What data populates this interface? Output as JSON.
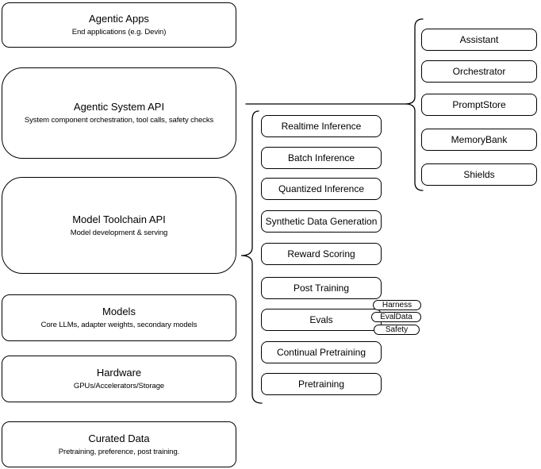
{
  "colors": {
    "stroke": "#000000",
    "node_background": "#ffffff",
    "canvas_background": "#ffffff",
    "text": "#000000"
  },
  "stack": {
    "agentic_apps": {
      "title": "Agentic Apps",
      "subtitle": "End applications (e.g. Devin)"
    },
    "agentic_system_api": {
      "title": "Agentic System API",
      "subtitle": "System component orchestration, tool calls, safety checks"
    },
    "model_toolchain_api": {
      "title": "Model Toolchain API",
      "subtitle": "Model development & serving"
    },
    "models": {
      "title": "Models",
      "subtitle": "Core LLMs, adapter weights, secondary models"
    },
    "hardware": {
      "title": "Hardware",
      "subtitle": "GPUs/Accelerators/Storage"
    },
    "curated_data": {
      "title": "Curated Data",
      "subtitle": "Pretraining, preference, post training."
    }
  },
  "toolchain_services": {
    "items": [
      "Realtime Inference",
      "Batch Inference",
      "Quantized Inference",
      "Synthetic Data Generation",
      "Reward Scoring",
      "Post Training",
      "Evals",
      "Continual Pretraining",
      "Pretraining"
    ]
  },
  "eval_tags": {
    "items": [
      "Harness",
      "EvalData",
      "Safety"
    ]
  },
  "system_components": {
    "items": [
      "Assistant",
      "Orchestrator",
      "PromptStore",
      "MemoryBank",
      "Shields"
    ]
  }
}
